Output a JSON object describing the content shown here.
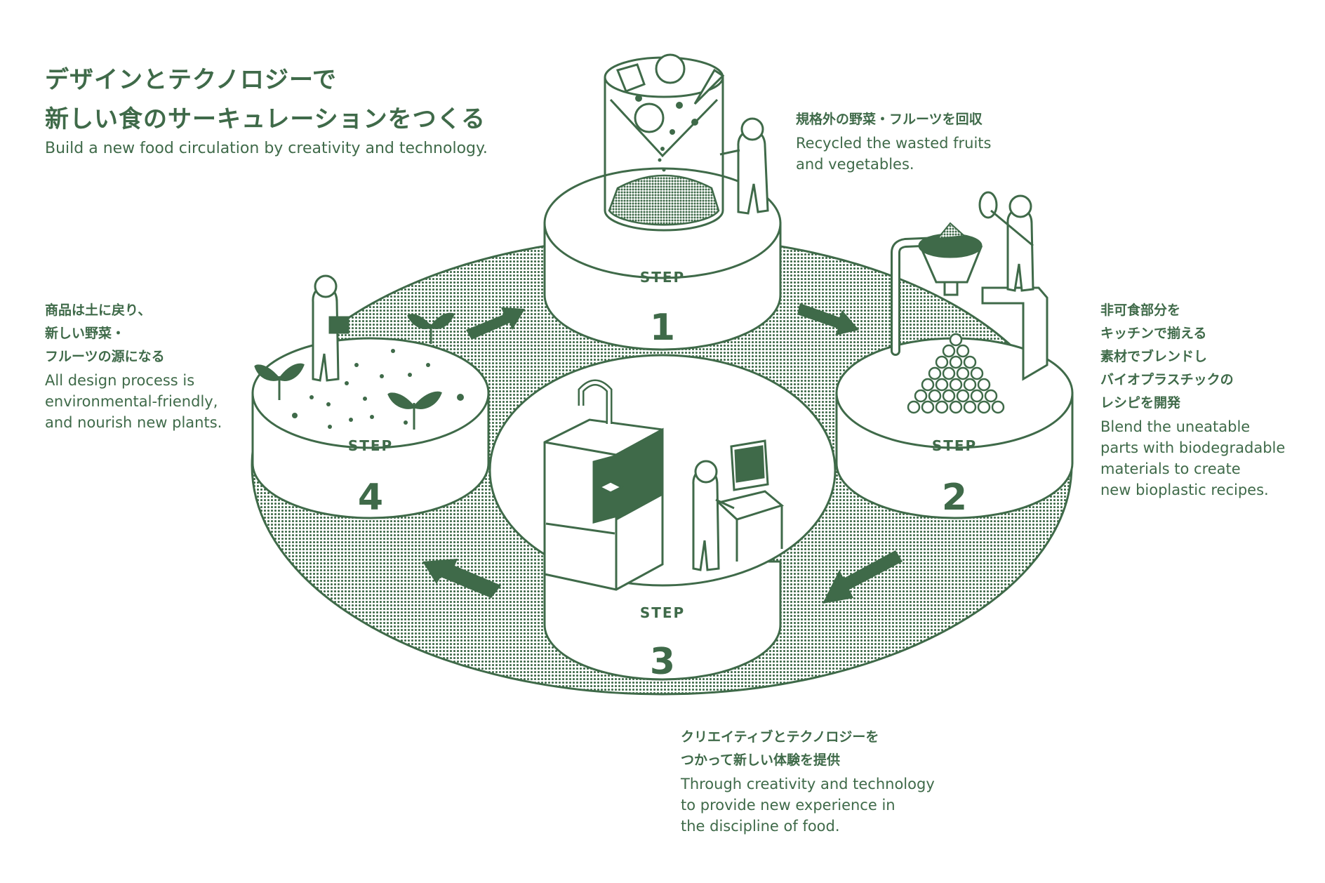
{
  "header": {
    "title_line1": "デザインとテクノロジーで",
    "title_line2": "新しい食のサーキュレーションをつくる",
    "subtitle": "Build a new food circulation by creativity and technology."
  },
  "steps": [
    {
      "label": "STEP",
      "number": "1",
      "jp": [
        "規格外の野菜・フルーツを回収"
      ],
      "en": [
        "Recycled the wasted fruits",
        "and vegetables."
      ]
    },
    {
      "label": "STEP",
      "number": "2",
      "jp": [
        "非可食部分を",
        "キッチンで揃える",
        "素材でブレンドし",
        "バイオプラスチックの",
        "レシピを開発"
      ],
      "en": [
        "Blend the uneatable",
        "parts with biodegradable",
        "materials to create",
        "new bioplastic recipes."
      ]
    },
    {
      "label": "STEP",
      "number": "3",
      "jp": [
        "クリエイティブとテクノロジーを",
        "つかって新しい体験を提供"
      ],
      "en": [
        "Through creativity and technology",
        "to provide new experience in",
        "the discipline of food."
      ]
    },
    {
      "label": "STEP",
      "number": "4",
      "jp": [
        "商品は土に戻り、",
        "新しい野菜・",
        "フルーツの源になる"
      ],
      "en": [
        "All design process is",
        "environmental-friendly,",
        "and nourish new plants."
      ]
    }
  ],
  "colors": {
    "primary": "#3f6a49",
    "background": "#ffffff"
  }
}
